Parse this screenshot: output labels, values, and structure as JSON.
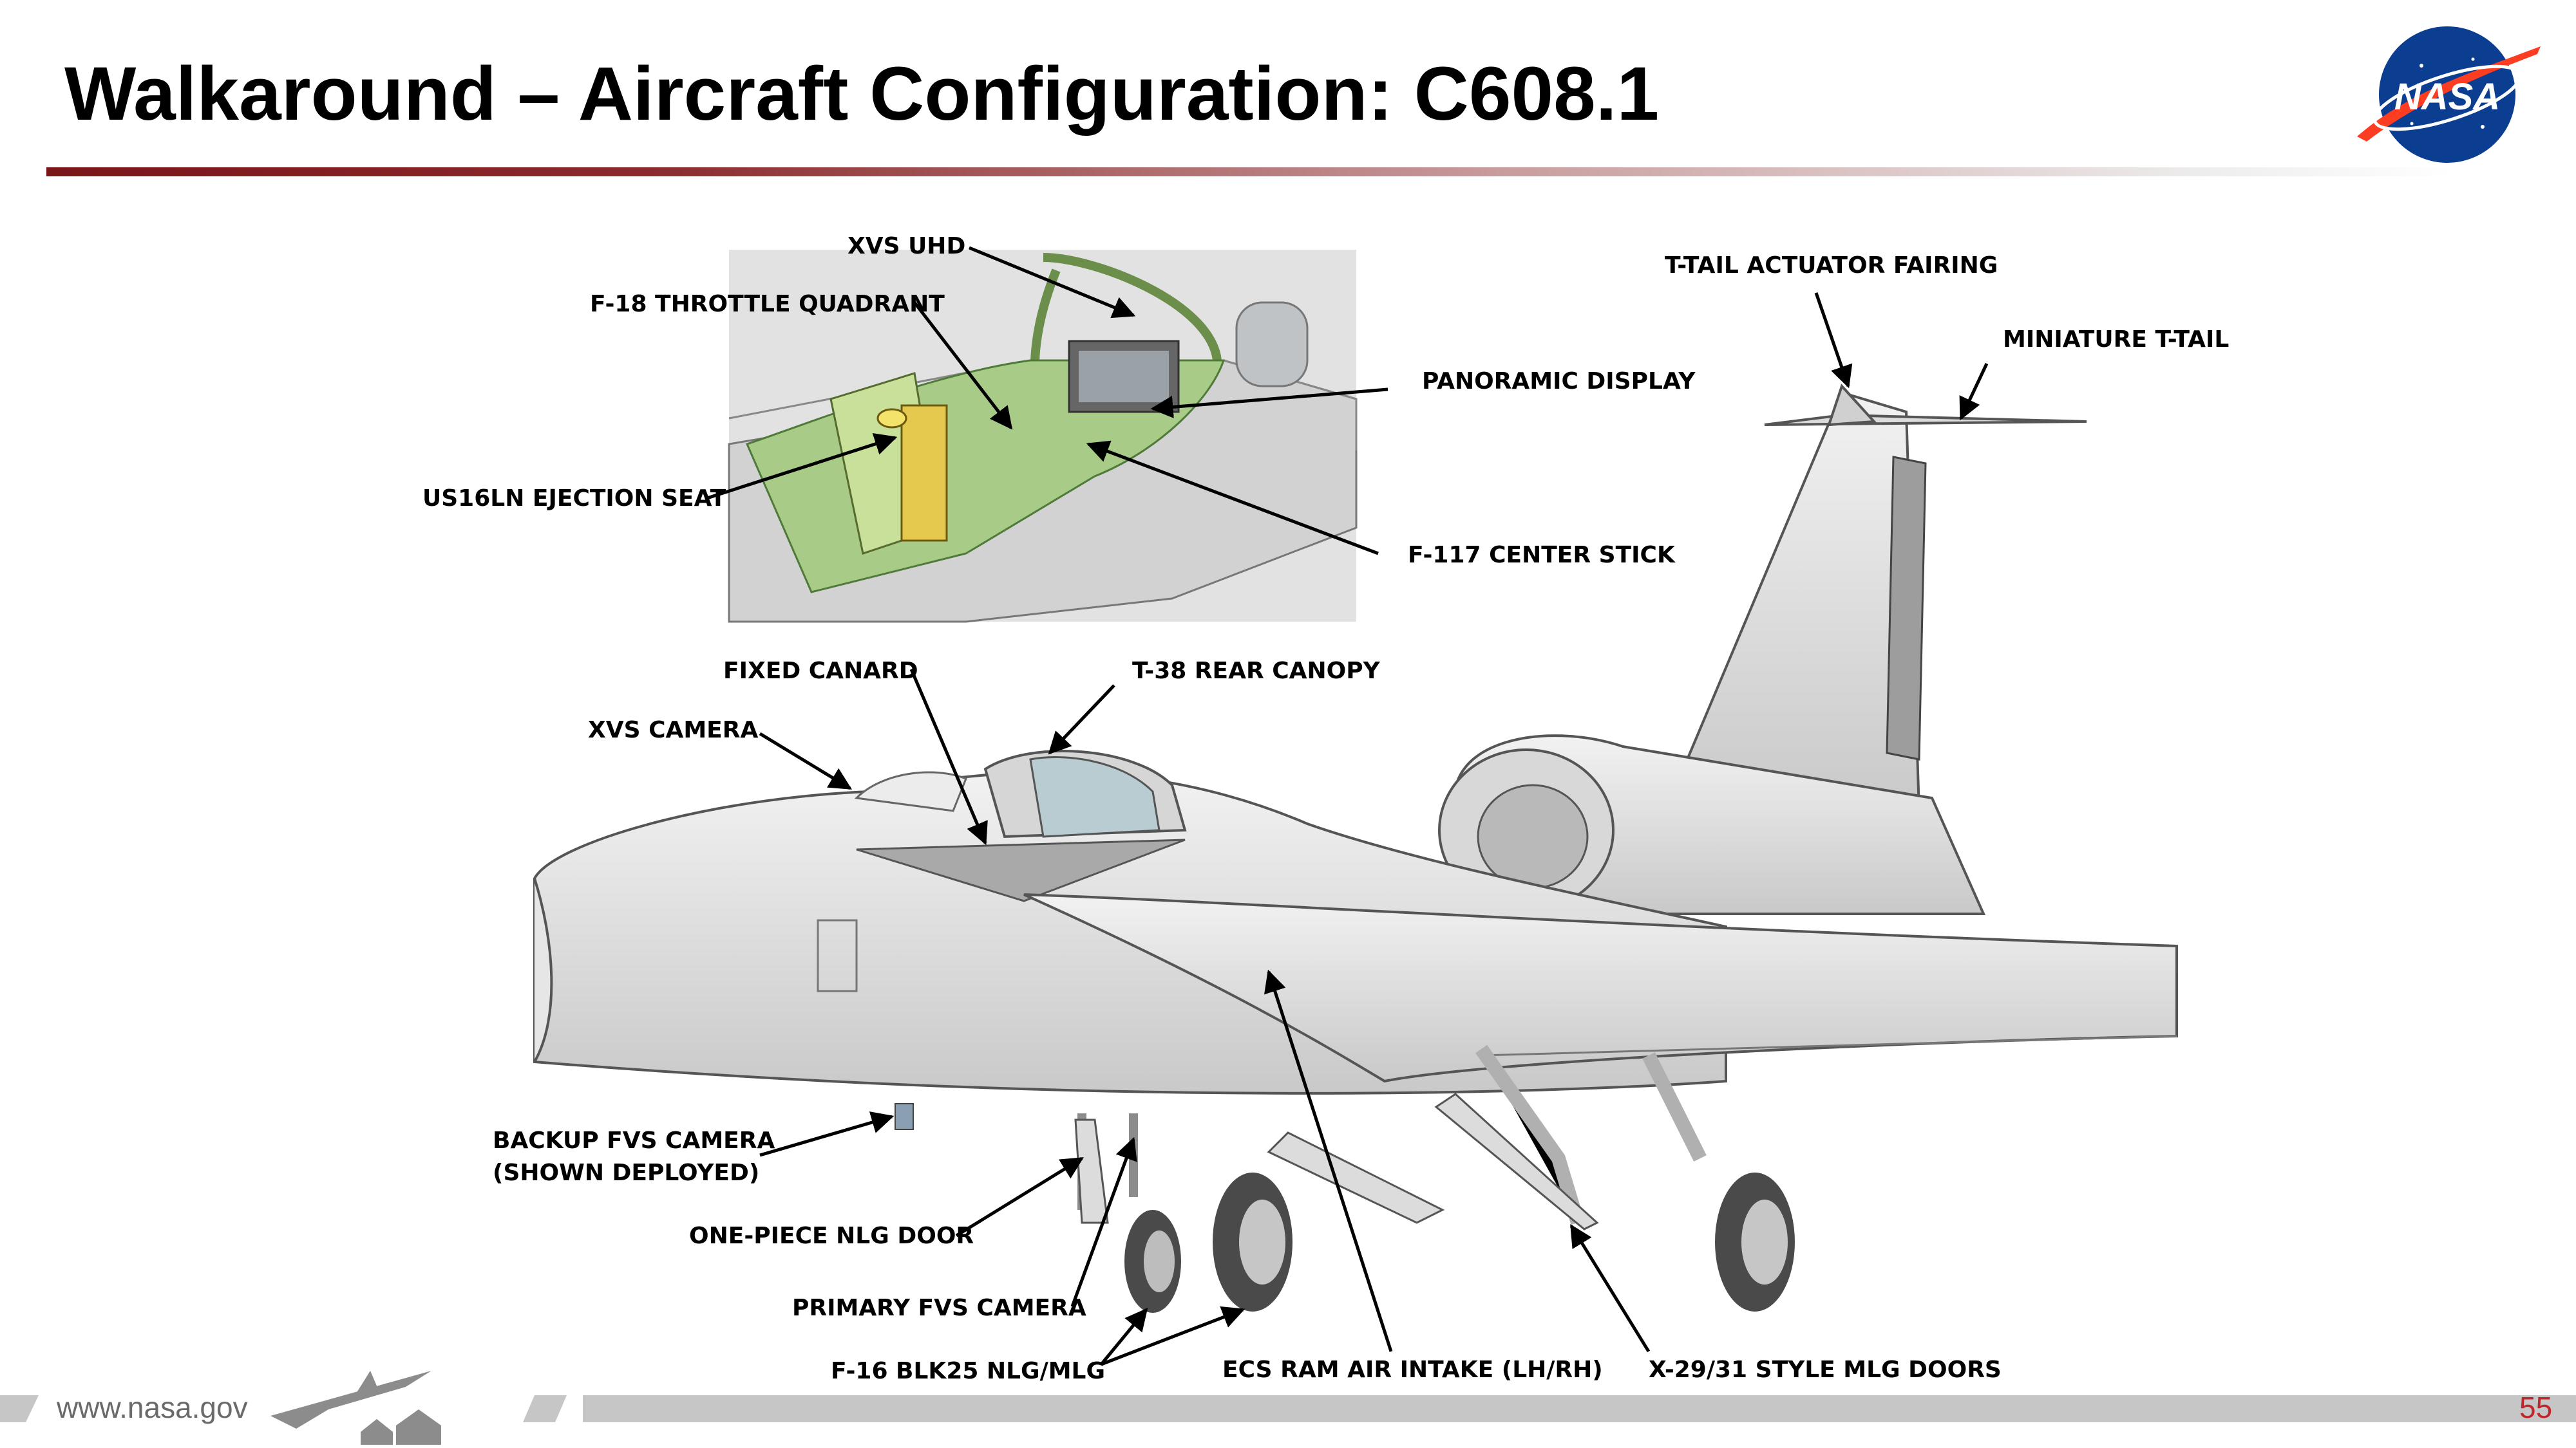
{
  "header": {
    "title": "Walkaround – Aircraft Configuration: C608.1",
    "logo_text": "NASA",
    "logo_icon": "nasa-meatball-logo",
    "rule_color": "#7a1518"
  },
  "callouts": {
    "xvs_uhd": "XVS UHD",
    "throttle_quadrant": "F-18 THROTTLE QUADRANT",
    "ejection_seat": "US16LN EJECTION SEAT",
    "panoramic_display": "PANORAMIC DISPLAY",
    "center_stick": "F-117 CENTER STICK",
    "ttail_actuator": "T-TAIL ACTUATOR FAIRING",
    "miniature_ttail": "MINIATURE T-TAIL",
    "fixed_canard": "FIXED CANARD",
    "rear_canopy": "T-38 REAR CANOPY",
    "xvs_camera": "XVS CAMERA",
    "backup_fvs_1": "BACKUP FVS CAMERA",
    "backup_fvs_2": "(SHOWN DEPLOYED)",
    "nlg_door": "ONE-PIECE NLG DOOR",
    "primary_fvs": "PRIMARY FVS CAMERA",
    "nlg_mlg": "F-16 BLK25 NLG/MLG",
    "ecs_intake": "ECS RAM AIR INTAKE (LH/RH)",
    "mlg_doors": "X-29/31 STYLE MLG DOORS"
  },
  "footer": {
    "url": "www.nasa.gov",
    "page_number": "55",
    "page_number_color": "#c0272d",
    "icon": "x59-aircraft-over-houses-icon"
  }
}
